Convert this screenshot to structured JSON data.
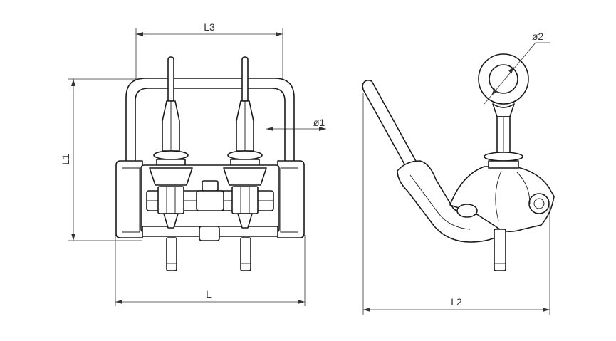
{
  "dimensions": {
    "l3": "L3",
    "l1": "L1",
    "l": "L",
    "l2": "L2",
    "d1": "ø1",
    "d2": "ø2"
  }
}
